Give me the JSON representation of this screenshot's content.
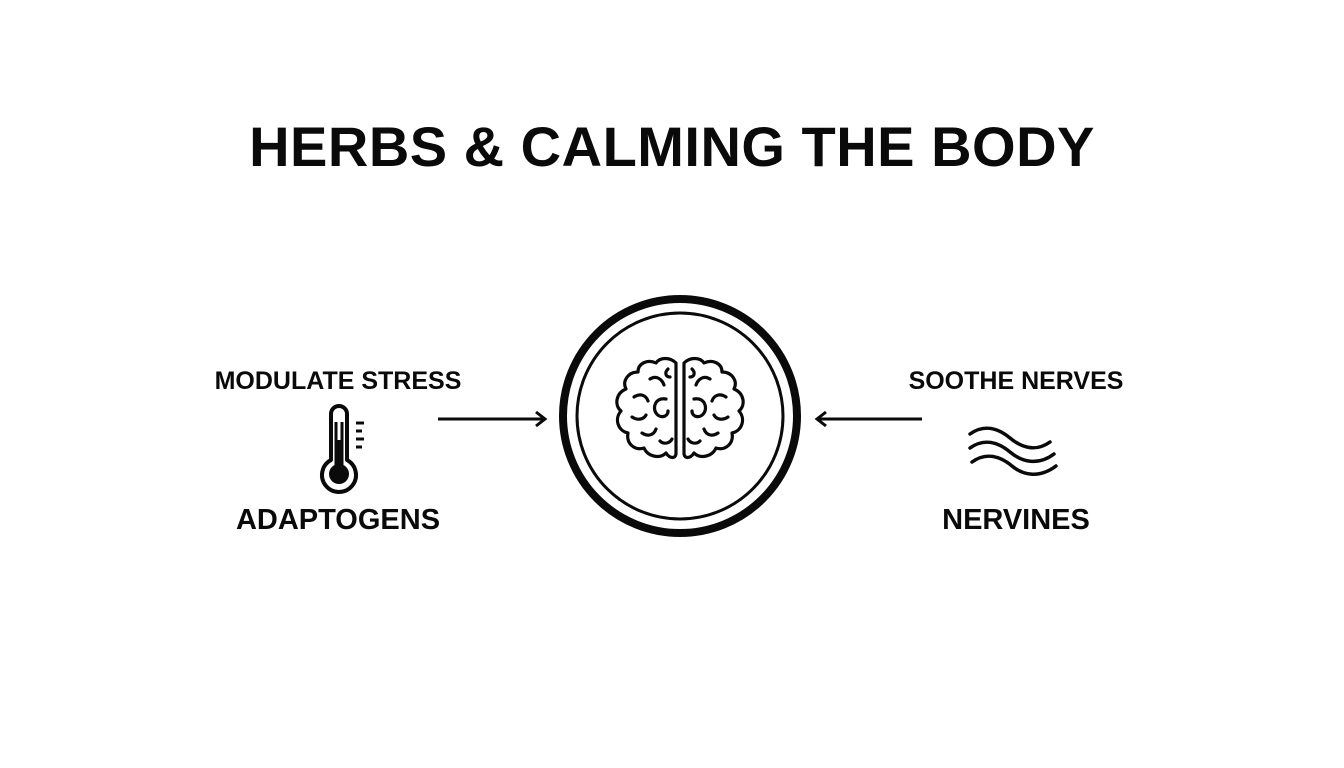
{
  "title": "HERBS & CALMING THE BODY",
  "left": {
    "top_label": "MODULATE STRESS",
    "bottom_label": "ADAPTOGENS",
    "icon": "thermometer-icon",
    "arrow_direction": "right"
  },
  "center": {
    "icon": "brain-icon",
    "frame": "double-circle"
  },
  "right": {
    "top_label": "SOOTHE NERVES",
    "bottom_label": "NERVINES",
    "icon": "waves-icon",
    "arrow_direction": "left"
  },
  "colors": {
    "background": "#ffffff",
    "ink": "#0a0a0a"
  }
}
